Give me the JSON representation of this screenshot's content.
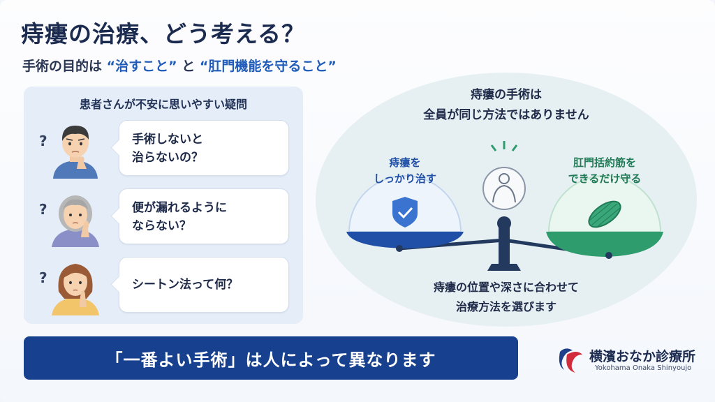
{
  "title": "痔瘻の治療、どう考える？",
  "subtitle": {
    "prefix": "手術の目的は",
    "q1": "“治すこと”",
    "mid": "と",
    "q2": "“肛門機能を守ること”"
  },
  "left": {
    "heading": "患者さんが不安に思いやすい疑問",
    "questions": [
      {
        "line1": "手術しないと",
        "line2": "治らないの？",
        "mark": "?"
      },
      {
        "line1": "便が漏れるように",
        "line2": "ならない？",
        "mark": "?"
      },
      {
        "line1": "シートン法って何？",
        "line2": "",
        "mark": "?"
      }
    ]
  },
  "right": {
    "heading_line1": "痔瘻の手術は",
    "heading_line2": "全員が同じ方法ではありません",
    "left_label_line1": "痔瘻を",
    "left_label_line2": "しっかり治す",
    "right_label_line1": "肛門括約筋を",
    "right_label_line2": "できるだけ守る",
    "caption_line1": "痔瘻の位置や深さに合わせて",
    "caption_line2": "治療方法を選びます"
  },
  "banner": "「一番よい手術」は人によって異なります",
  "logo": {
    "name": "横濱おなか診療所",
    "sub": "Yokohama Onaka Shinyoujo"
  },
  "colors": {
    "navy": "#17408e",
    "accent_blue": "#1f5bb8",
    "green": "#3aa77a"
  }
}
